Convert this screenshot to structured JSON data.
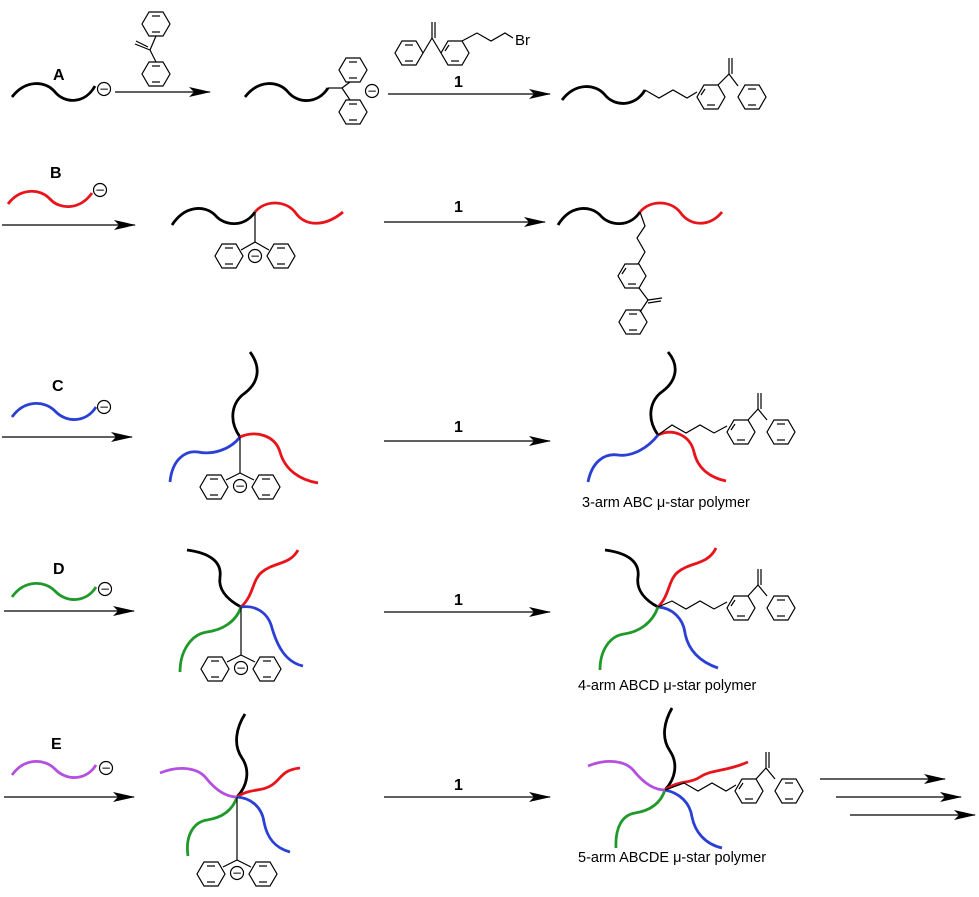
{
  "scheme": {
    "monomer_labels": [
      "A",
      "B",
      "C",
      "D",
      "E"
    ],
    "reagent_label": "1",
    "bromo_label": "Br",
    "anion_symbol": "−",
    "products": [
      "3-arm ABC μ-star polymer",
      "4-arm ABCD μ-star polymer",
      "5-arm ABCDE μ-star polymer"
    ]
  },
  "colors": {
    "A": "#000000",
    "B": "#e8141c",
    "C": "#2a3fd6",
    "D": "#1f9a2a",
    "E": "#b44fe0"
  }
}
